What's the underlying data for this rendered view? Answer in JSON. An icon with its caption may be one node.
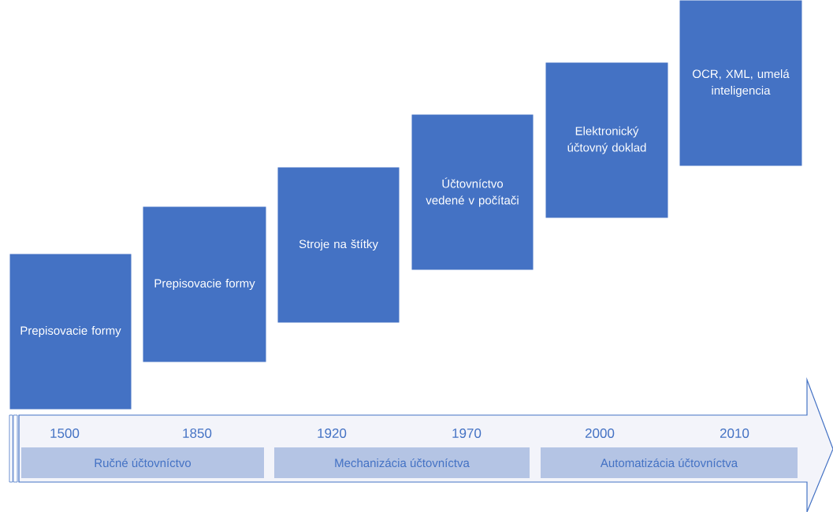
{
  "diagram": {
    "nodes": [
      {
        "text": [
          "Prepisovacie formy"
        ]
      },
      {
        "text": [
          "Prepisovacie formy"
        ]
      },
      {
        "text": [
          "Stroje na štítky"
        ]
      },
      {
        "text": [
          "Účtovníctvo vedené v počítači"
        ]
      },
      {
        "text": [
          "Elektronický účtovný doklad"
        ]
      },
      {
        "text": [
          "OCR, XML, umelá inteligencia"
        ]
      },
      {
        "text": [],
        "shape": "arrow"
      },
      {
        "text": [
          "Ručné účtovníctvo"
        ],
        "in": 6
      },
      {
        "text": [
          "Mechanizácia účtovníctva"
        ],
        "in": 6
      },
      {
        "text": [
          "Automatizácia účtovníctva"
        ],
        "in": 6
      }
    ],
    "labels": [
      "1500",
      "1850",
      "1920",
      "1970",
      "2000",
      "2010"
    ]
  }
}
